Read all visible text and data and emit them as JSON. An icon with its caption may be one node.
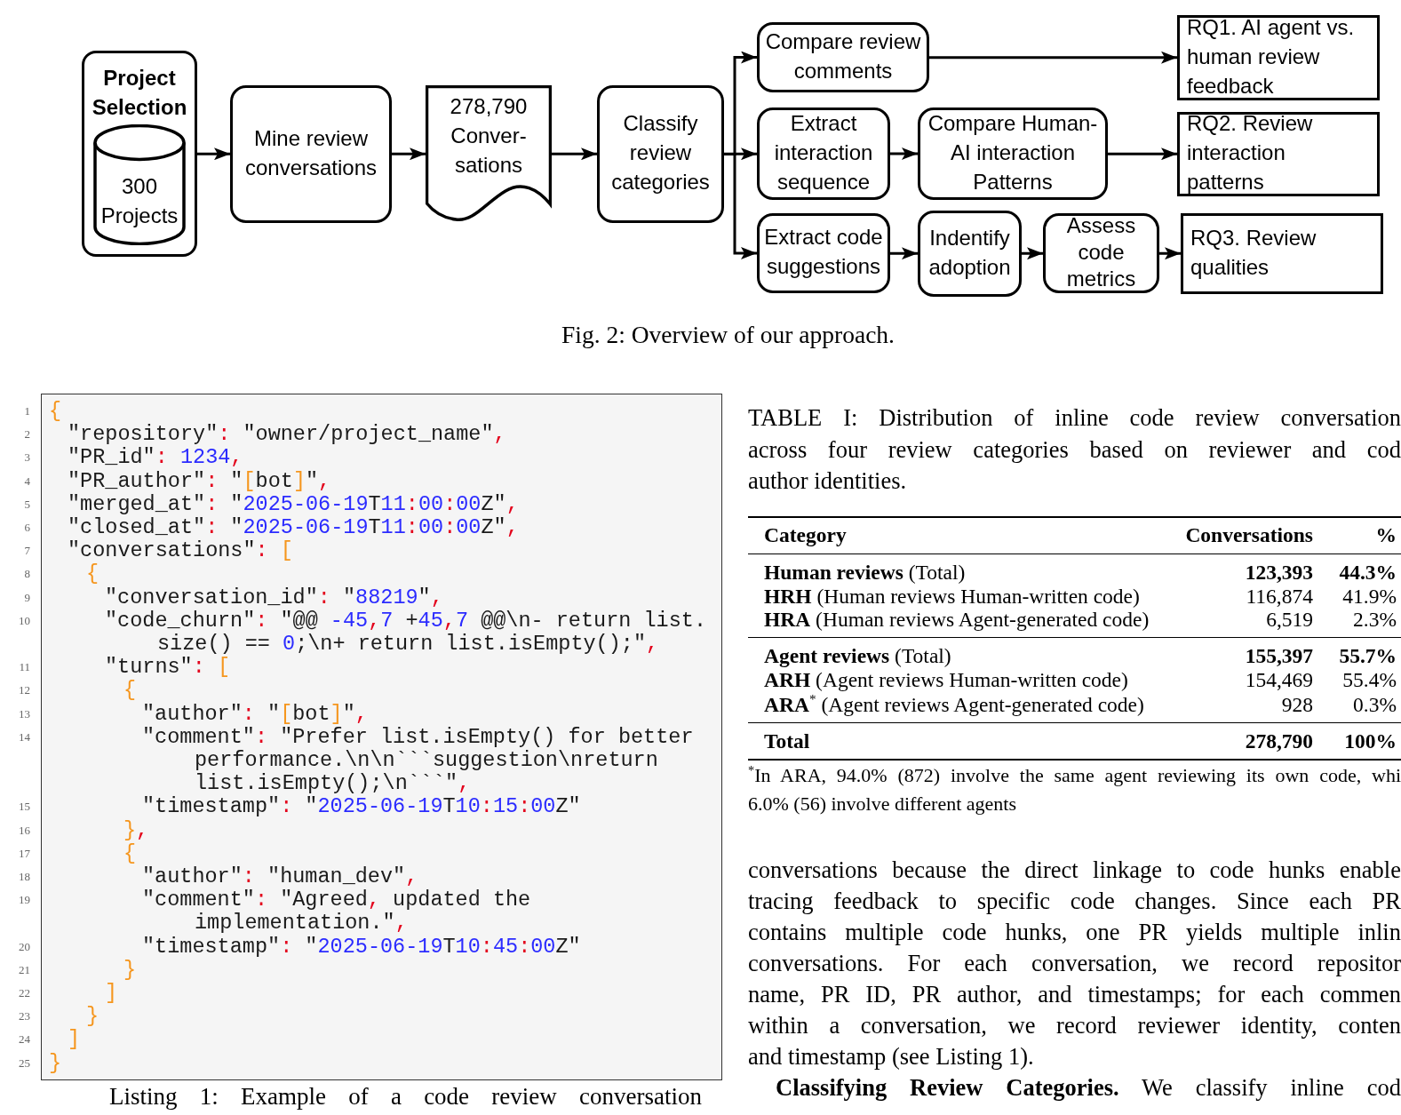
{
  "diagram": {
    "caption": "Fig. 2: Overview of our approach.",
    "nodes": [
      {
        "text": [
          "Project Selection"
        ]
      },
      {
        "text": [
          "300 Projects"
        ],
        "in": 0
      },
      {
        "text": [
          "Mine review conversations"
        ]
      },
      {
        "text": [
          "278,790 Conver- sations"
        ]
      },
      {
        "text": [
          "Classify review categories"
        ]
      },
      {
        "text": [
          "Compare review comments"
        ]
      },
      {
        "text": [
          "RQ1. AI agent vs. human review feedback"
        ]
      },
      {
        "text": [
          "Extract interaction sequence"
        ]
      },
      {
        "text": [
          "Compare Human- AI interaction Patterns"
        ]
      },
      {
        "text": [
          "RQ2. Review interaction patterns"
        ]
      },
      {
        "text": [
          "Extract code suggestions"
        ]
      },
      {
        "text": [
          "Indentify adoption"
        ]
      },
      {
        "text": [
          "Assess code metrics"
        ]
      },
      {
        "text": [
          "RQ3. Review qualities"
        ]
      }
    ],
    "edges": [
      {
        "from": 0,
        "to": 2,
        "arrow": "to"
      },
      {
        "from": 2,
        "to": 3,
        "arrow": "to"
      },
      {
        "from": 3,
        "to": 4,
        "arrow": "to"
      },
      {
        "from": 4,
        "to": 5,
        "arrow": "to"
      },
      {
        "from": 4,
        "to": 7,
        "arrow": "to"
      },
      {
        "from": 4,
        "to": 10,
        "arrow": "to"
      },
      {
        "from": 5,
        "to": 6,
        "arrow": "to"
      },
      {
        "from": 7,
        "to": 8,
        "arrow": "to"
      },
      {
        "from": 8,
        "to": 9,
        "arrow": "to"
      },
      {
        "from": 10,
        "to": 11,
        "arrow": "to"
      },
      {
        "from": 11,
        "to": 12,
        "arrow": "to"
      },
      {
        "from": 12,
        "to": 13,
        "arrow": "to"
      }
    ],
    "labels": [
      "1",
      "{",
      "2",
      "\"repository\": \"owner/project_name\",",
      "3",
      "\"PR_id\": 1234,",
      "4",
      "\"PR_author\": \"[bot]\",",
      "5",
      "\"merged_at\": \"2025-06-19T11:00:00Z\",",
      "6",
      "\"closed_at\": \"2025-06-19T11:00:00Z\",",
      "7",
      "\"conversations\": [",
      "8",
      "{",
      "9",
      "\"conversation_id\": \"88219\",",
      "10",
      "\"code_churn\": \"@@ -45,7 +45,7 @@\\n- return list. size() == 0;\\n+ return list.isEmpty();\",",
      "11",
      "\"turns\": [",
      "12",
      "{",
      "13",
      "\"author\": \"[bot]\",",
      "14",
      "\"comment\": \"Prefer list.isEmpty() for better performance.\\n\\n```suggestion\\nreturn list.isEmpty();\\n```\",",
      "15",
      "\"timestamp\": \"2025-06-19T10:15:00Z\"",
      "16",
      "},",
      "17",
      "{",
      "18",
      "\"author\": \"human_dev\",",
      "19",
      "\"comment\": \"Agreed, updated the implementation.\",",
      "20",
      "\"timestamp\": \"2025-06-19T10:45:00Z\"",
      "21",
      "}",
      "22",
      "]",
      "23",
      "}",
      "24",
      "]",
      "25",
      "}",
      "Listing 1: Example of a code review conversation",
      "TABLE I: Distribution of inline code review conversation across four review categories based on reviewer and cod author identities.",
      "Category",
      "Conversations",
      "%",
      "**Human reviews** (Total)",
      "123,393",
      "44.3%",
      "**HRH** (Human reviews Human-written code)",
      "116,874",
      "41.9%",
      "**HRA** (Human reviews Agent-generated code)",
      "6,519",
      "2.3%",
      "**Agent reviews** (Total)",
      "155,397",
      "55.7%",
      "**ARH** (Agent reviews Human-written code)",
      "154,469",
      "55.4%",
      "**ARA**$^{*}$ (Agent reviews Agent-generated code)",
      "928",
      "0.3%",
      "Total",
      "278,790",
      "100%",
      "$^{*}$In ARA, 94.0% (872) involve the same agent reviewing its own code, whi 6.0% (56) involve different agents",
      "conversations because the direct linkage to code hunks enable tracing feedback to specific code changes. Since each PR contains multiple code hunks, one PR yields multiple inlin conversations. For each conversation, we record repositor name, PR ID, PR author, and timestamps; for each commen within a conversation, we record reviewer identity, conten and timestamp (see Listing 1).",
      "**Classifying Review Categories.** We classify inline cod"
    ]
  }
}
